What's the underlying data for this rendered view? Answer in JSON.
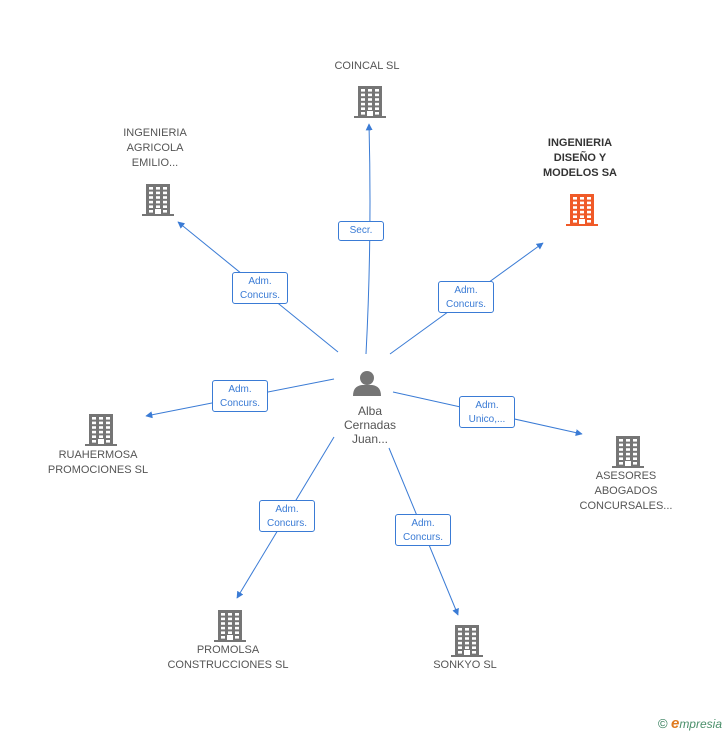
{
  "center": {
    "name": "Alba\nCernadas\nJuan..."
  },
  "companies": [
    {
      "id": "coincal",
      "name": "COINCAL SL",
      "highlight": false
    },
    {
      "id": "ingenieria-agricola",
      "name": "INGENIERIA\nAGRICOLA\nEMILIO...",
      "highlight": false
    },
    {
      "id": "ingenieria-diseno",
      "name": "INGENIERIA\nDISEÑO Y\nMODELOS SA",
      "highlight": true
    },
    {
      "id": "ruahermosa",
      "name": "RUAHERMOSA\nPROMOCIONES SL",
      "highlight": false
    },
    {
      "id": "asesores",
      "name": "ASESORES\nABOGADOS\nCONCURSALES...",
      "highlight": false
    },
    {
      "id": "promolsa",
      "name": "PROMOLSA\nCONSTRUCCIONES SL",
      "highlight": false
    },
    {
      "id": "sonkyo",
      "name": "SONKYO SL",
      "highlight": false
    }
  ],
  "edges": [
    {
      "to": "coincal",
      "label": "Secr."
    },
    {
      "to": "ingenieria-agricola",
      "label": "Adm.\nConcurs."
    },
    {
      "to": "ingenieria-diseno",
      "label": "Adm.\nConcurs."
    },
    {
      "to": "ruahermosa",
      "label": "Adm.\nConcurs."
    },
    {
      "to": "asesores",
      "label": "Adm.\nUnico,..."
    },
    {
      "to": "promolsa",
      "label": "Adm.\nConcurs."
    },
    {
      "to": "sonkyo",
      "label": "Adm.\nConcurs."
    }
  ],
  "colors": {
    "edge": "#3a7bd5",
    "building": "#757575",
    "highlight": "#f05a28",
    "person": "#757575"
  },
  "brand": {
    "copyright": "©",
    "first_letter": "e",
    "rest": "mpresia"
  }
}
